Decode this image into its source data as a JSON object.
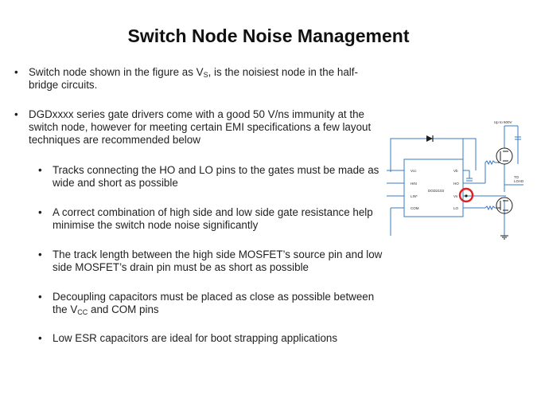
{
  "slide": {
    "title": "Switch Node Noise Management"
  },
  "bullets": {
    "b1": {
      "prefix": "Switch node shown in the figure as V",
      "sub": "S",
      "suffix": ", is the noisiest node in the half-bridge circuits."
    },
    "b2": {
      "text": "DGDxxxx series gate drivers come with a good 50 V/ns immunity at the switch node, however for meeting certain EMI specifications a few layout techniques are recommended below"
    },
    "s1": {
      "text": "Tracks connecting the HO and LO pins to the gates must be made as wide and short as possible"
    },
    "s2": {
      "text": "A correct combination of high side and low side gate resistance help minimise the switch node noise significantly"
    },
    "s3": {
      "text": "The track length between the high side MOSFET’s source pin and low side MOSFET’s drain pin must be as short as possible"
    },
    "s4": {
      "prefix": "Decoupling capacitors must be placed as close as possible between the V",
      "sub": "CC",
      "suffix": " and COM pins"
    },
    "s5": {
      "text": "Low ESR capacitors are ideal for boot strapping applications"
    }
  },
  "diagram": {
    "ic_label": "DGD2103",
    "pin_vcc": "Vcc",
    "pin_hin": "HIN",
    "pin_lin": "LIN*",
    "pin_com": "COM",
    "pin_vb": "Vb",
    "pin_ho": "HO",
    "pin_vs": "Vs",
    "pin_lo": "LO",
    "supply_label": "Up to 600V",
    "load_label_1": "TO",
    "load_label_2": "LOAD",
    "highlight_color": "#e02020",
    "wire_color": "#3a78c2"
  }
}
